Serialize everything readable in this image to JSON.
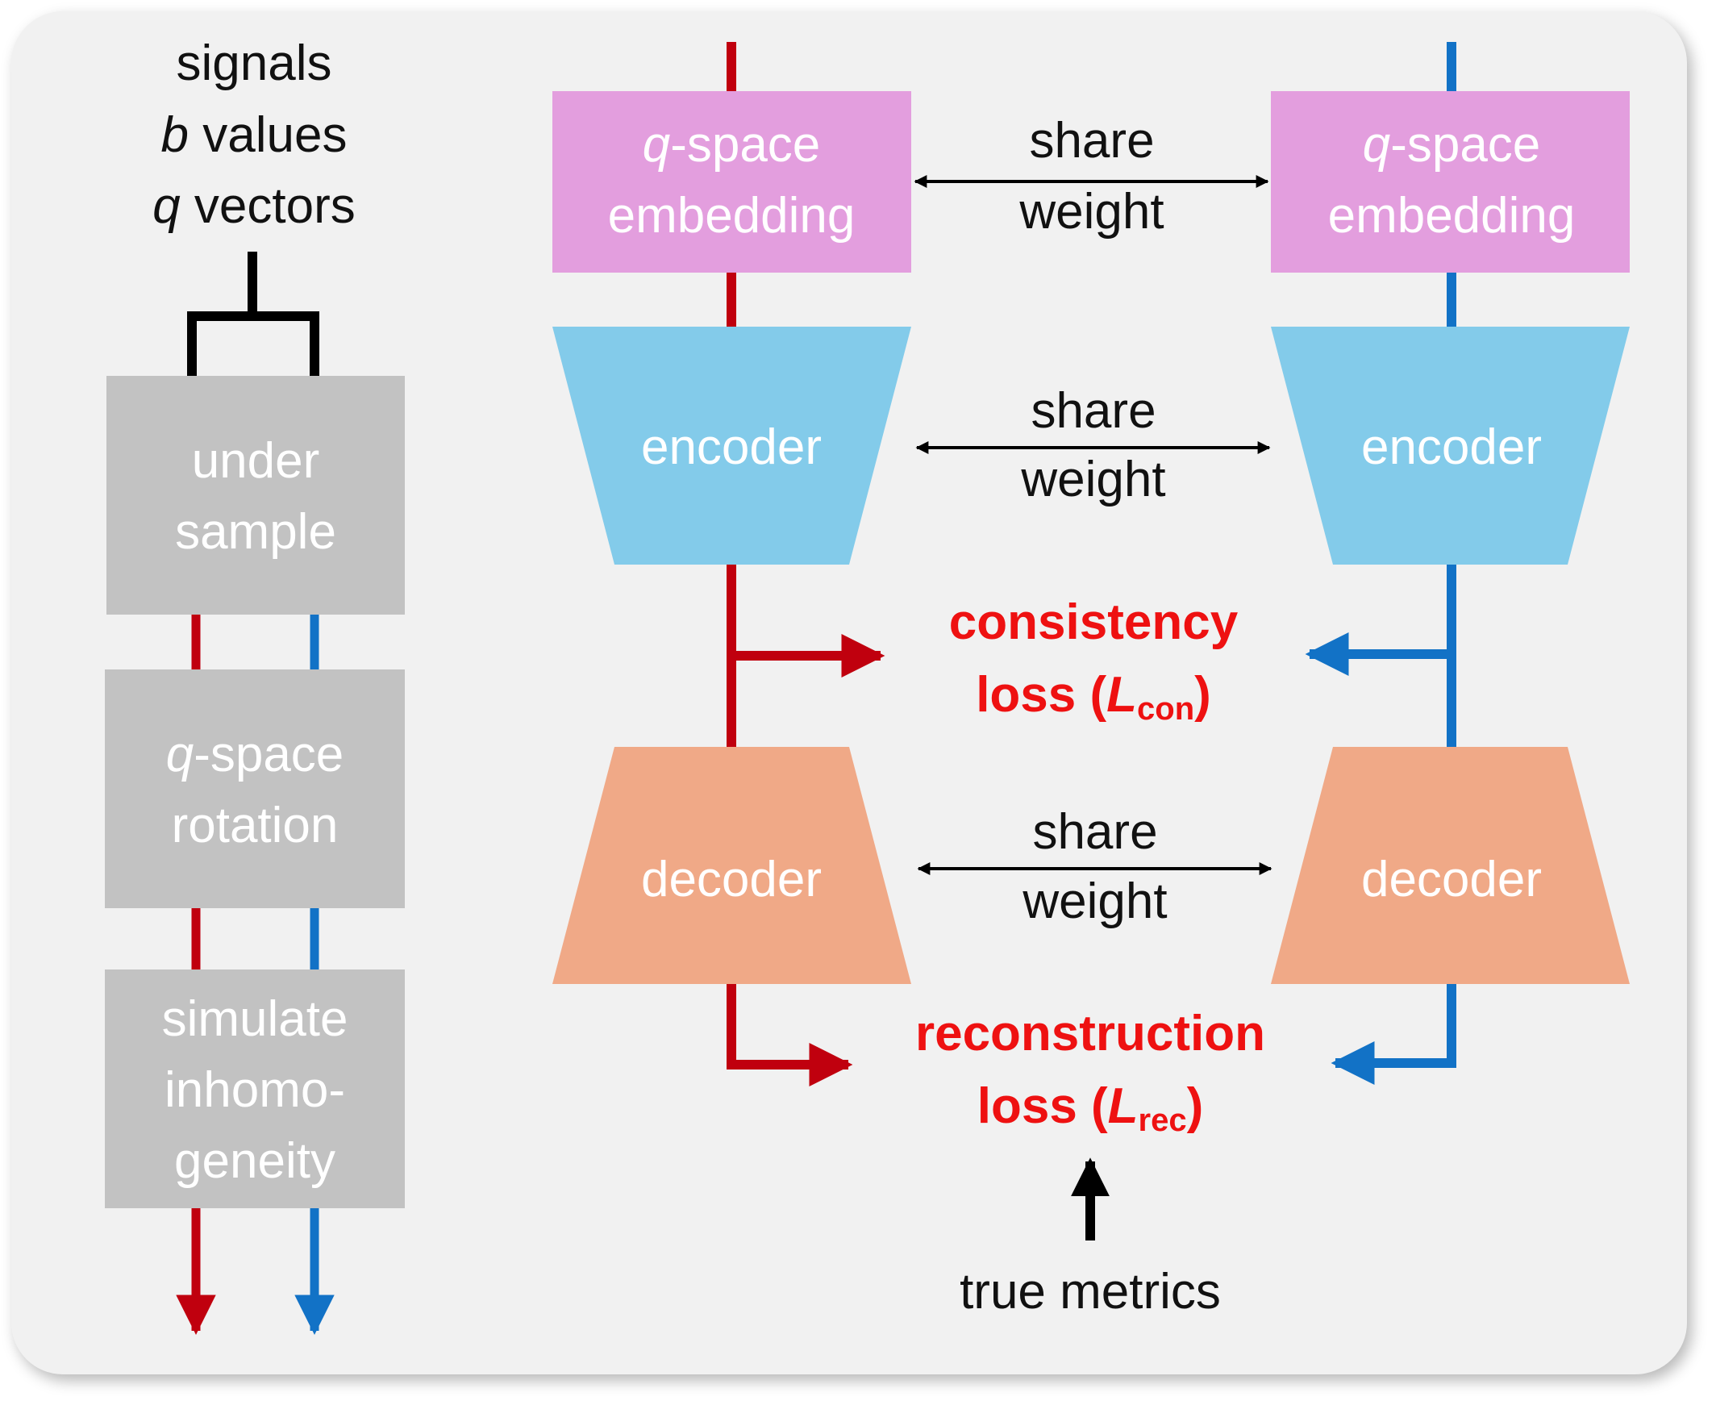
{
  "colors": {
    "background": "#f1f1f1",
    "gray_box": "#c2c2c2",
    "embedding": "#e39ede",
    "encoder": "#83cbea",
    "decoder": "#f0a987",
    "red_path": "#c0000e",
    "blue_path": "#1272c6",
    "loss_text": "#ee1111"
  },
  "inputs": {
    "line1": "signals",
    "line2_italic": "b",
    "line2_rest": " values",
    "line3_italic": "q",
    "line3_rest": " vectors"
  },
  "pipeline": {
    "undersample": {
      "line1": "under",
      "line2": "sample"
    },
    "rotation": {
      "line1_italic": "q",
      "line1_rest": "-space",
      "line2": "rotation"
    },
    "inhomogeneity": {
      "line1": "simulate",
      "line2": "inhomo-",
      "line3": "geneity"
    }
  },
  "network": {
    "embedding_left": {
      "line1_italic": "q",
      "line1_rest": "-space",
      "line2": "embedding"
    },
    "embedding_right": {
      "line1_italic": "q",
      "line1_rest": "-space",
      "line2": "embedding"
    },
    "encoder_left": "encoder",
    "encoder_right": "encoder",
    "decoder_left": "decoder",
    "decoder_right": "decoder",
    "share_embedding": {
      "line1": "share",
      "line2": "weight"
    },
    "share_encoder": {
      "line1": "share",
      "line2": "weight"
    },
    "share_decoder": {
      "line1": "share",
      "line2": "weight"
    }
  },
  "losses": {
    "consistency": {
      "line1": "consistency",
      "line2_prefix": "loss (",
      "symbol": "L",
      "subscript": "con",
      "suffix": ")"
    },
    "reconstruction": {
      "line1": "reconstruction",
      "line2_prefix": "loss (",
      "symbol": "L",
      "subscript": "rec",
      "suffix": ")"
    }
  },
  "ground_truth": "true metrics"
}
